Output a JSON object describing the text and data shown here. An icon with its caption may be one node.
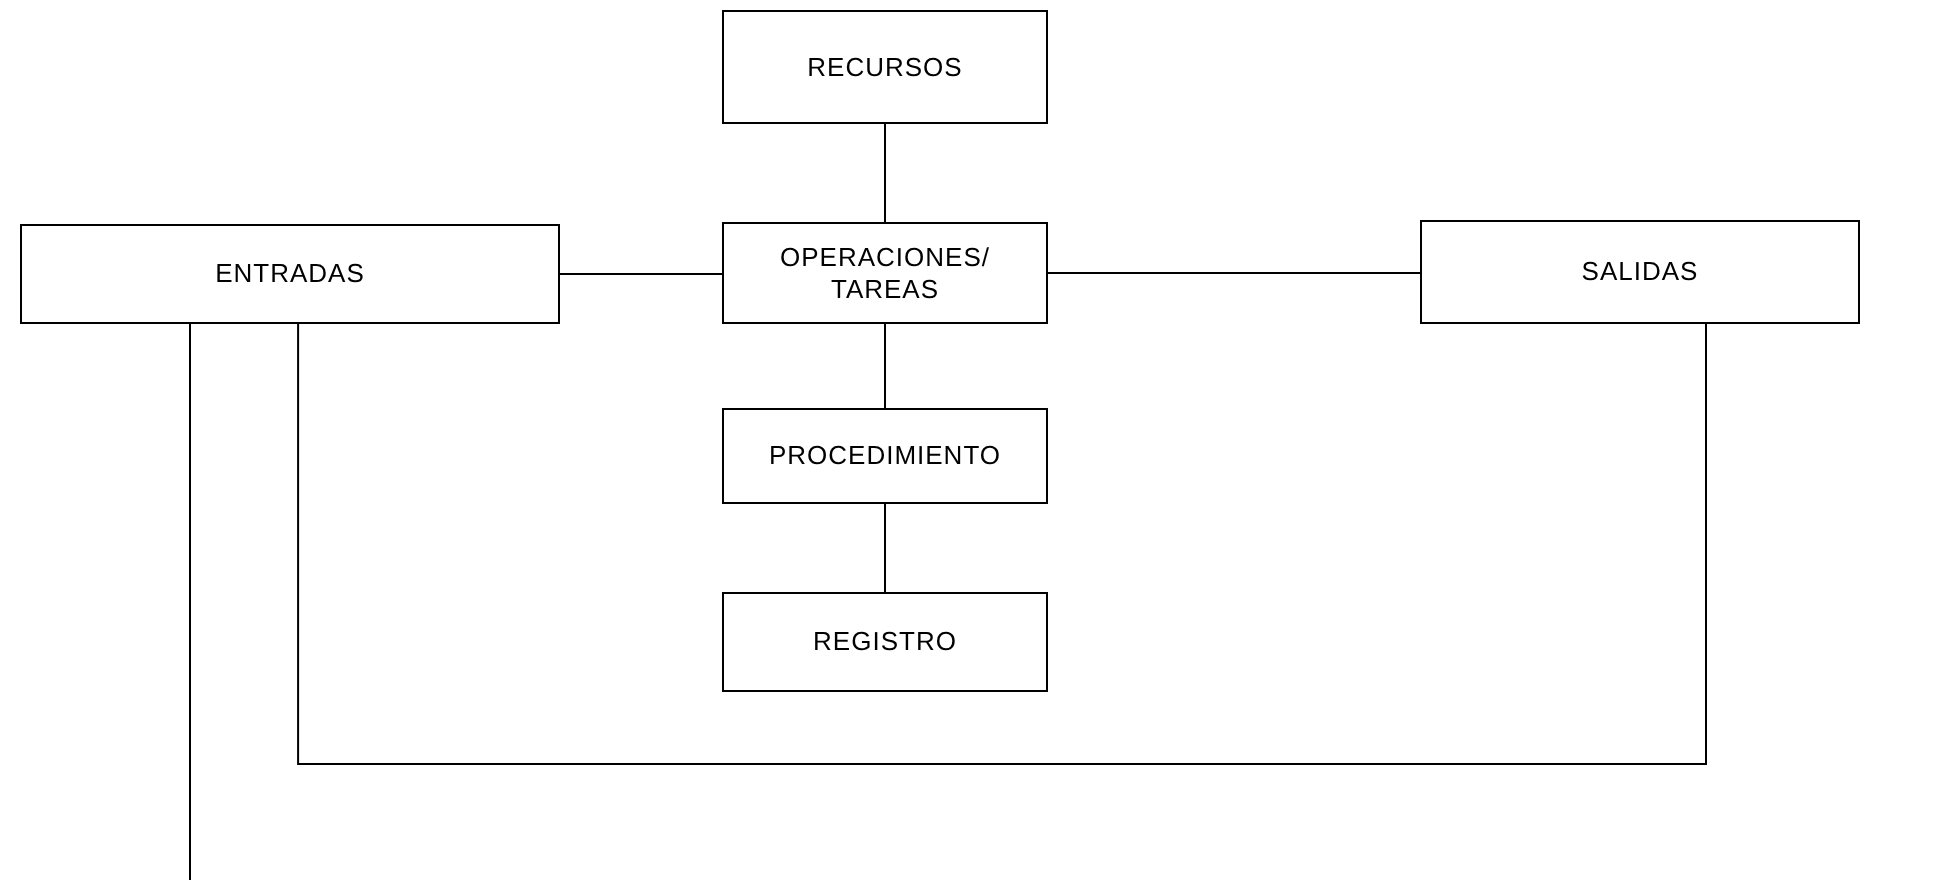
{
  "diagram": {
    "nodes": [
      {
        "text": [
          "RECURSOS"
        ]
      },
      {
        "text": [
          "ENTRADAS"
        ]
      },
      {
        "text": [
          "OPERACIONES/ TAREAS"
        ]
      },
      {
        "text": [
          "SALIDAS"
        ]
      },
      {
        "text": [
          "PROCEDIMIENTO"
        ]
      },
      {
        "text": [
          "REGISTRO"
        ]
      }
    ],
    "edges": [
      {
        "from": 0,
        "to": 2,
        "arrow": "none"
      },
      {
        "from": 1,
        "to": 2,
        "arrow": "none"
      },
      {
        "from": 2,
        "to": 3,
        "arrow": "none"
      },
      {
        "from": 2,
        "to": 4,
        "arrow": "none"
      },
      {
        "from": 4,
        "to": 5,
        "arrow": "none"
      },
      {
        "from": 3,
        "to": 1,
        "arrow": "none"
      },
      {
        "from": 1,
        "to": null,
        "arrow": "none"
      }
    ]
  }
}
